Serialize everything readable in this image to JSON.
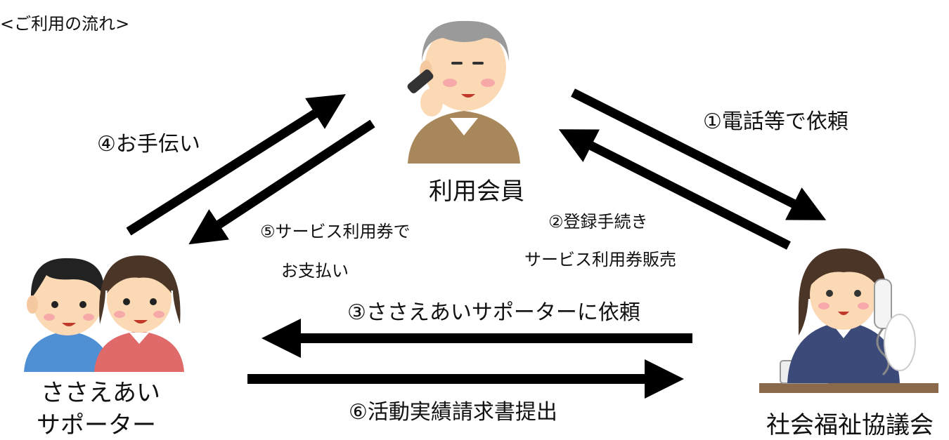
{
  "title": "<ご利用の流れ>",
  "actors": {
    "member": "利用会員",
    "council": "社会福祉協議会",
    "supporter_line1": "ささえあい",
    "supporter_line2": "サポーター"
  },
  "steps": {
    "s1": "①電話等で依頼",
    "s2_line1": "②登録手続き",
    "s2_line2": "サービス利用券販売",
    "s3": "③ささえあいサポーターに依頼",
    "s4": "④お手伝い",
    "s5_line1": "⑤サービス利用券で",
    "s5_line2": "お支払い",
    "s6": "⑥活動実績請求書提出"
  },
  "colors": {
    "arrow": "#000000",
    "shirt_member": "#a8875a",
    "jacket_council": "#3b4a78",
    "shirt_boy": "#4f8fd4",
    "shirt_girl": "#e06a6a",
    "skin": "#fbd9b4"
  },
  "icons": [
    "elderly-man-phone-icon",
    "receptionist-phone-icon",
    "supporters-pair-icon"
  ]
}
